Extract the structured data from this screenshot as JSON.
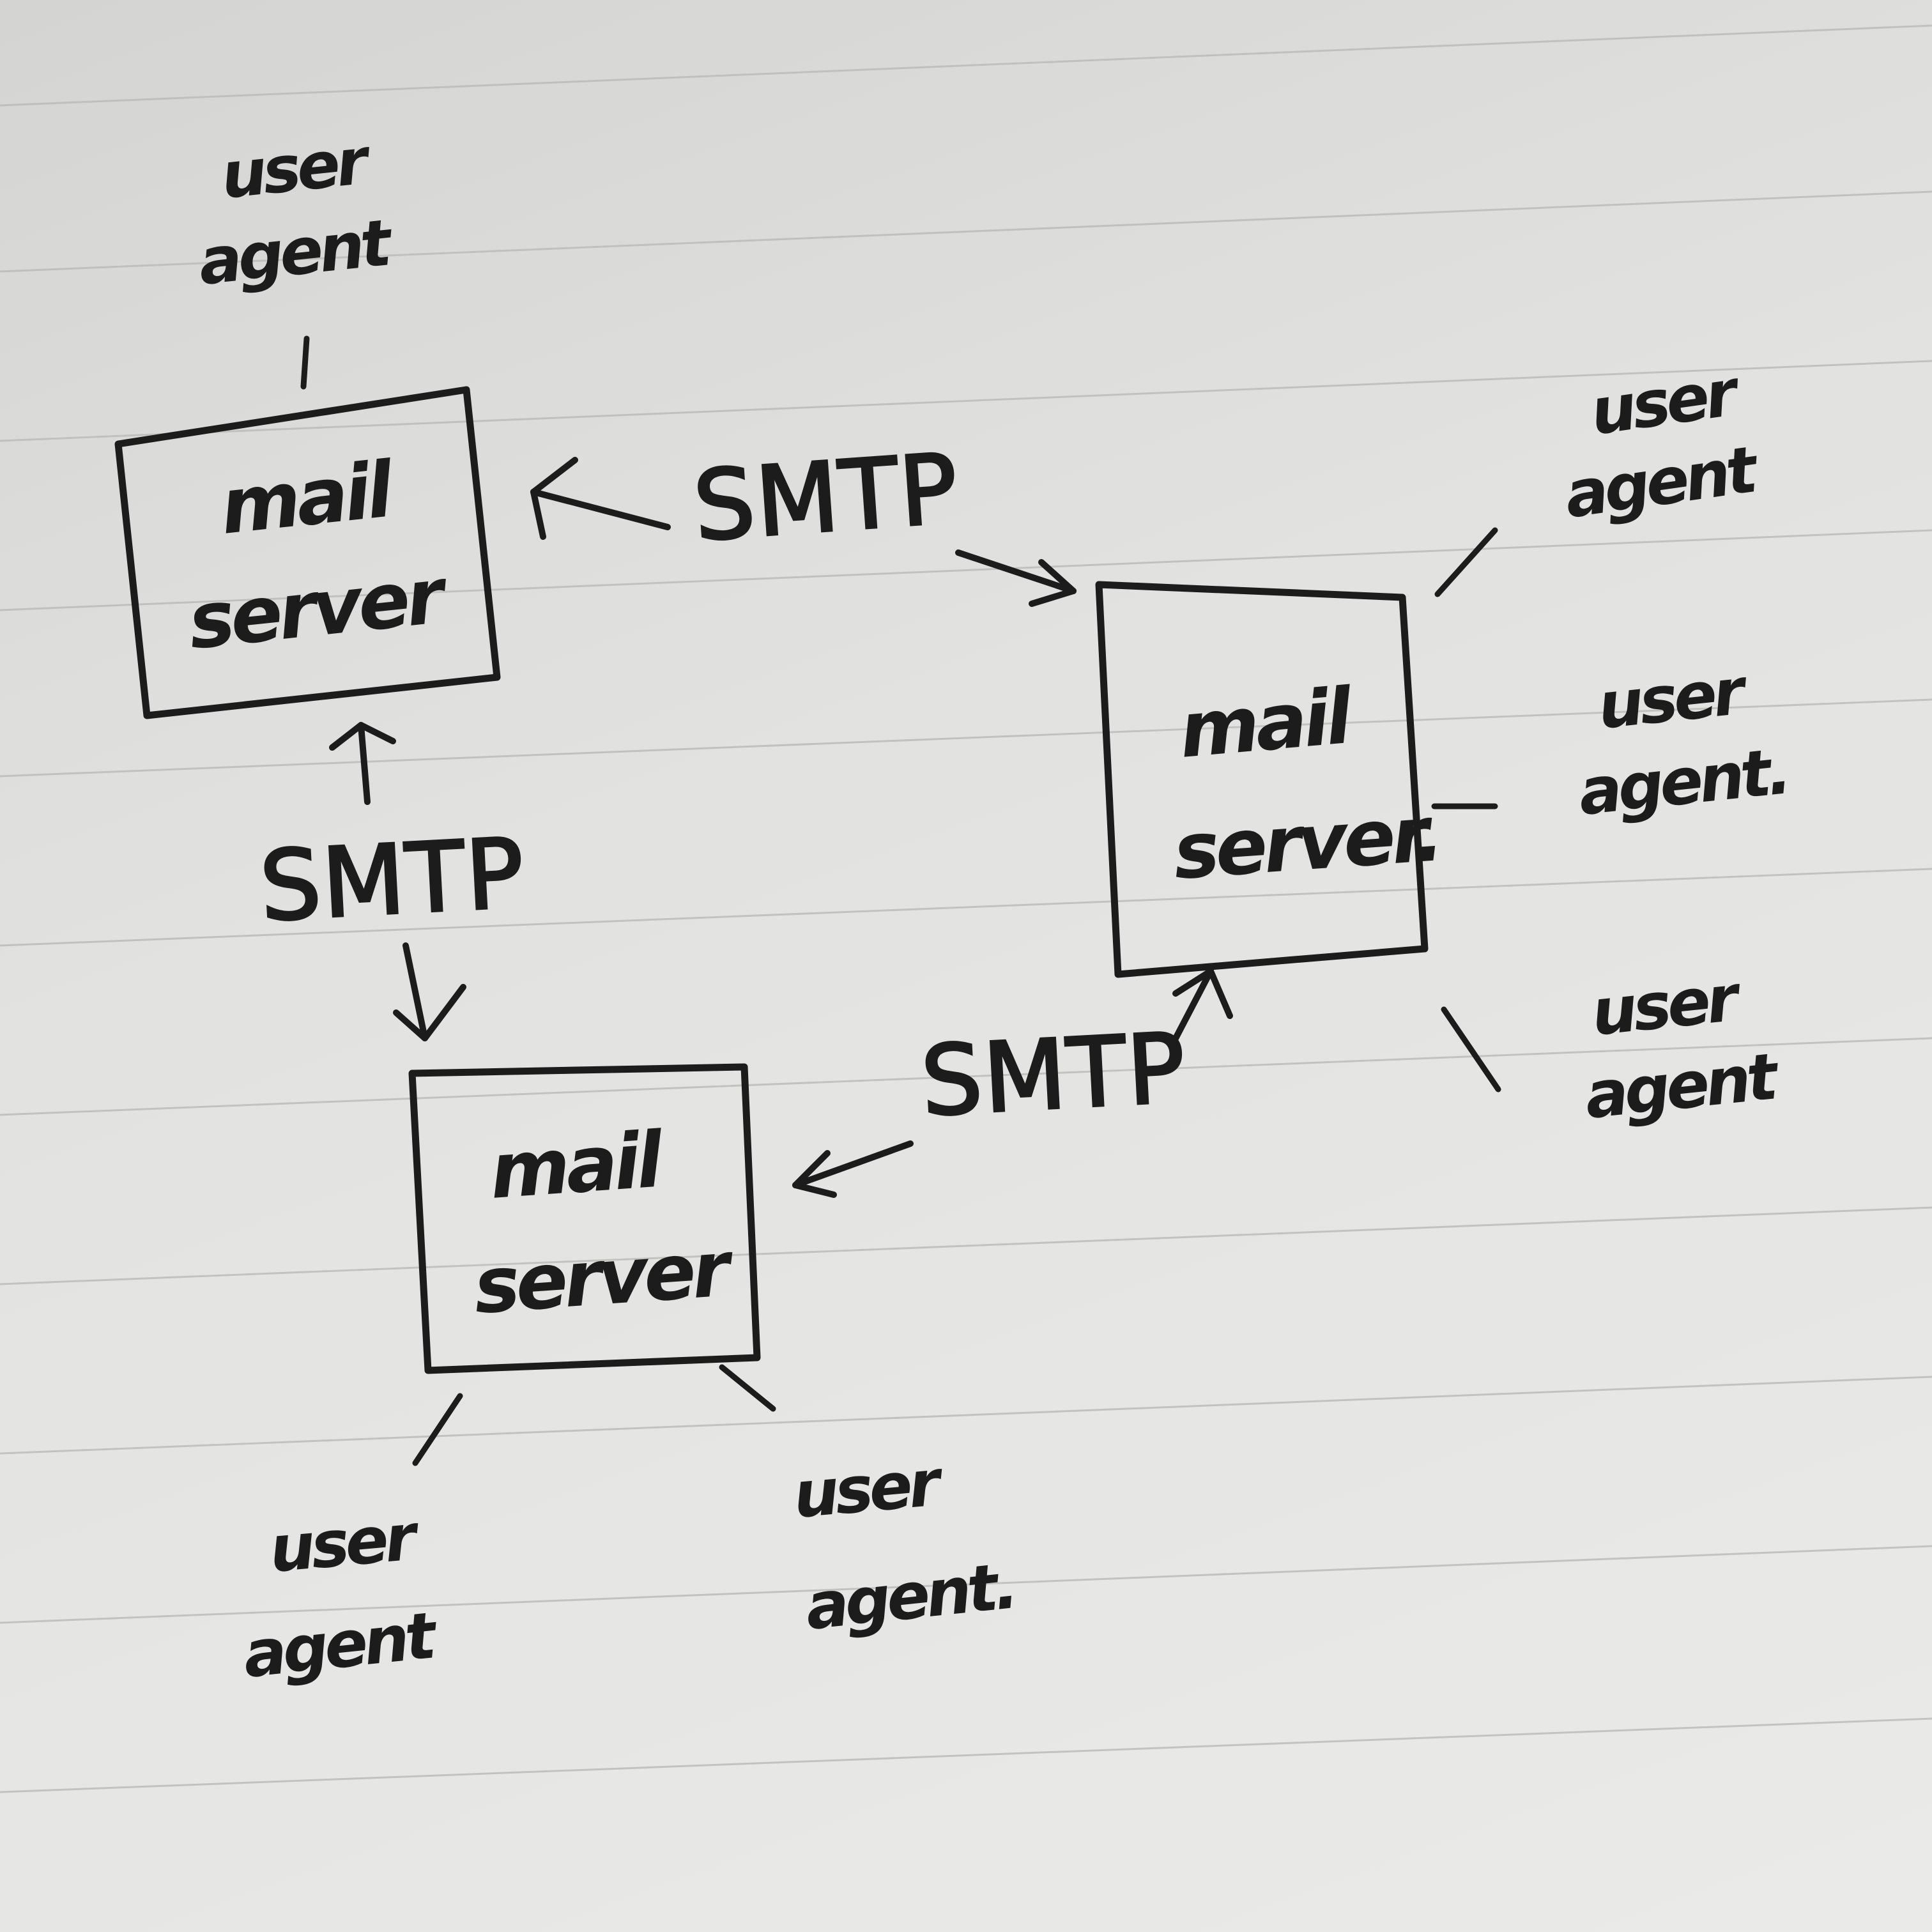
{
  "diagram": {
    "servers": [
      {
        "id": "server-top-left",
        "line1": "mail",
        "line2": "server"
      },
      {
        "id": "server-right",
        "line1": "mail",
        "line2": "server."
      },
      {
        "id": "server-bottom",
        "line1": "mail",
        "line2": "server"
      }
    ],
    "protocol_labels": [
      {
        "id": "smtp-top",
        "text": "SMTP"
      },
      {
        "id": "smtp-left",
        "text": "SMTP"
      },
      {
        "id": "smtp-bottom",
        "text": "SMTP"
      }
    ],
    "user_agents": [
      {
        "id": "ua-top-left",
        "line1": "user",
        "line2": "agent"
      },
      {
        "id": "ua-right-top",
        "line1": "user",
        "line2": "agent"
      },
      {
        "id": "ua-right-mid",
        "line1": "user",
        "line2": "agent."
      },
      {
        "id": "ua-right-bottom",
        "line1": "user",
        "line2": "agent"
      },
      {
        "id": "ua-bottom-left",
        "line1": "user",
        "line2": "agent"
      },
      {
        "id": "ua-bottom-right",
        "line1": "user",
        "line2": "agent."
      }
    ],
    "ink_color": "#1c1c1c",
    "paper_color": "#e4e4e2"
  }
}
